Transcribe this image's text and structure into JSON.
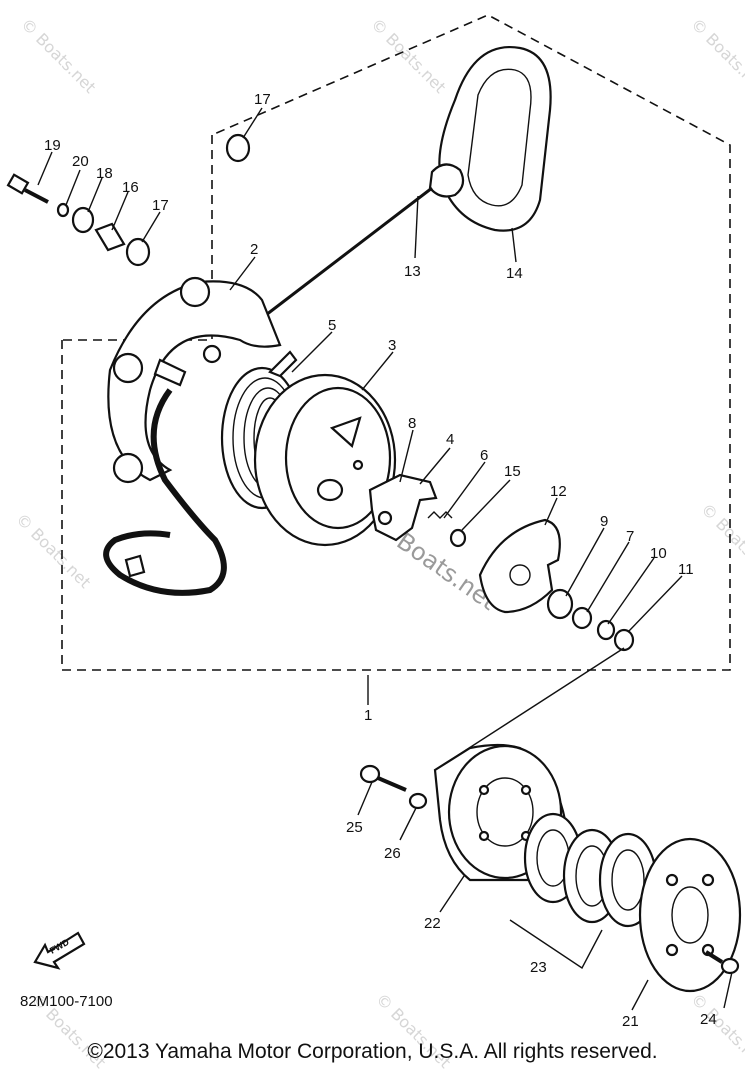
{
  "diagram": {
    "callouts": [
      {
        "id": "c17a",
        "label": "17"
      },
      {
        "id": "c19",
        "label": "19"
      },
      {
        "id": "c20",
        "label": "20"
      },
      {
        "id": "c18",
        "label": "18"
      },
      {
        "id": "c16",
        "label": "16"
      },
      {
        "id": "c17b",
        "label": "17"
      },
      {
        "id": "c2",
        "label": "2"
      },
      {
        "id": "c13",
        "label": "13"
      },
      {
        "id": "c14",
        "label": "14"
      },
      {
        "id": "c5",
        "label": "5"
      },
      {
        "id": "c3",
        "label": "3"
      },
      {
        "id": "c8",
        "label": "8"
      },
      {
        "id": "c4",
        "label": "4"
      },
      {
        "id": "c6",
        "label": "6"
      },
      {
        "id": "c15",
        "label": "15"
      },
      {
        "id": "c12",
        "label": "12"
      },
      {
        "id": "c9",
        "label": "9"
      },
      {
        "id": "c7",
        "label": "7"
      },
      {
        "id": "c10",
        "label": "10"
      },
      {
        "id": "c11",
        "label": "11"
      },
      {
        "id": "c1",
        "label": "1"
      },
      {
        "id": "c25",
        "label": "25"
      },
      {
        "id": "c26",
        "label": "26"
      },
      {
        "id": "c22",
        "label": "22"
      },
      {
        "id": "c23",
        "label": "23"
      },
      {
        "id": "c21",
        "label": "21"
      },
      {
        "id": "c24",
        "label": "24"
      }
    ],
    "fwd_label": "FWD",
    "diagram_code": "82M100-7100",
    "watermark": "© Boats.net",
    "watermark_center": "Boats.net"
  },
  "footer": {
    "copyright": "©2013 Yamaha Motor Corporation, U.S.A. All rights reserved."
  }
}
